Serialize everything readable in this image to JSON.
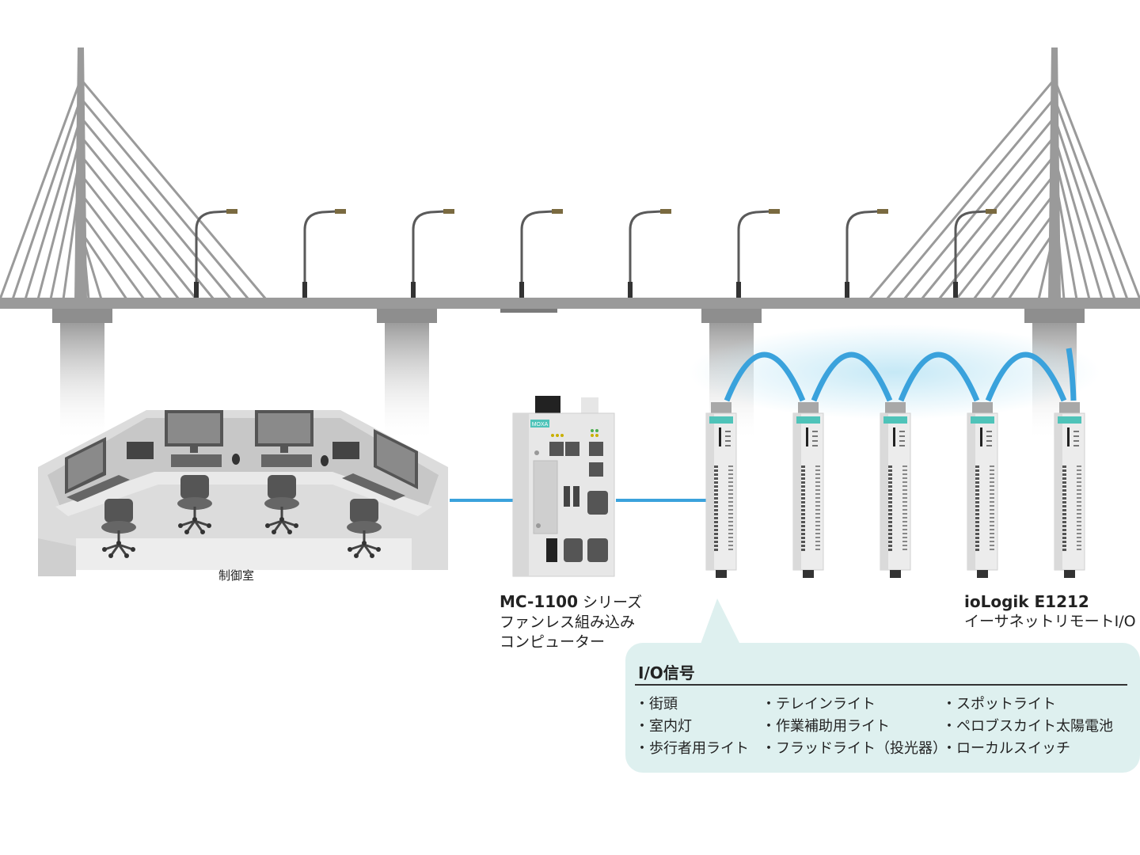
{
  "devices": {
    "computer": {
      "model": "MC-1100",
      "series_suffix": " シリーズ",
      "line2": "ファンレス組み込み",
      "line3": "コンピューター",
      "brand": "MOXA"
    },
    "io": {
      "model": "ioLogik E1212",
      "line2": "イーサネットリモートI/O"
    }
  },
  "control_room": {
    "label": "制御室"
  },
  "signals": {
    "title": "I/O信号",
    "columns": [
      [
        "・街頭",
        "・室内灯",
        "・歩行者用ライト"
      ],
      [
        "・テレインライト",
        "・作業補助用ライト",
        "・フラッドライト（投光器）"
      ],
      [
        "・スポットライト",
        "・ペロブスカイト太陽電池",
        "・ローカルスイッチ"
      ]
    ]
  },
  "colors": {
    "network": "#3aa2dc",
    "structure": "#9a9a9a",
    "accent": "#4fc3b9",
    "callout": "#def0ef"
  }
}
